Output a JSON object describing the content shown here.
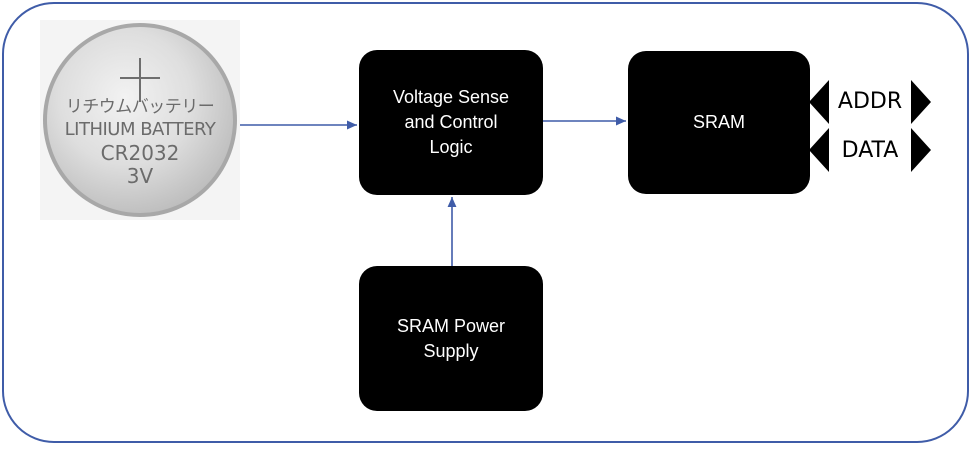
{
  "battery": {
    "line_jp": "リチウムバッテリー",
    "line1": "LITHIUM BATTERY",
    "line2": "CR2032",
    "line3": "3V"
  },
  "blocks": {
    "voltage": "Voltage Sense\nand Control\nLogic",
    "sram": "SRAM",
    "power": "SRAM Power\nSupply"
  },
  "buses": {
    "addr": "ADDR",
    "data": "DATA"
  },
  "colors": {
    "frame": "#3f5ca8",
    "connector": "#3f5ca8",
    "block_fill": "#000000",
    "block_text": "#ffffff"
  }
}
